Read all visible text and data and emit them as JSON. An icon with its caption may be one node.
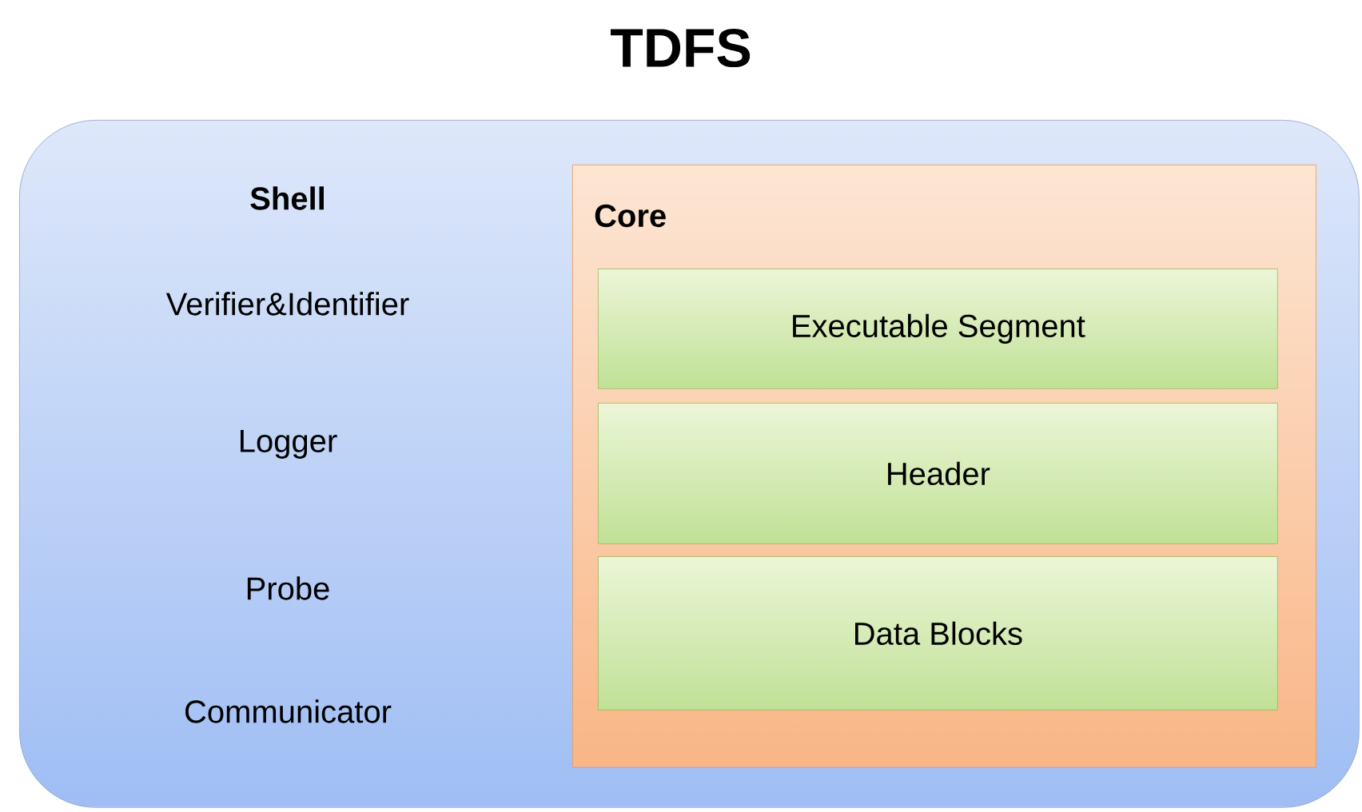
{
  "diagram": {
    "title": "TDFS",
    "nodes": [
      {
        "text": [
          "Shell",
          "Verifier&Identifier",
          "Logger",
          "Probe",
          "Communicator"
        ]
      },
      {
        "text": [
          "Core"
        ],
        "in": 0
      },
      {
        "text": [
          "Executable Segment"
        ],
        "in": 1
      },
      {
        "text": [
          "Header"
        ],
        "in": 1
      },
      {
        "text": [
          "Data Blocks"
        ],
        "in": 1
      }
    ]
  }
}
